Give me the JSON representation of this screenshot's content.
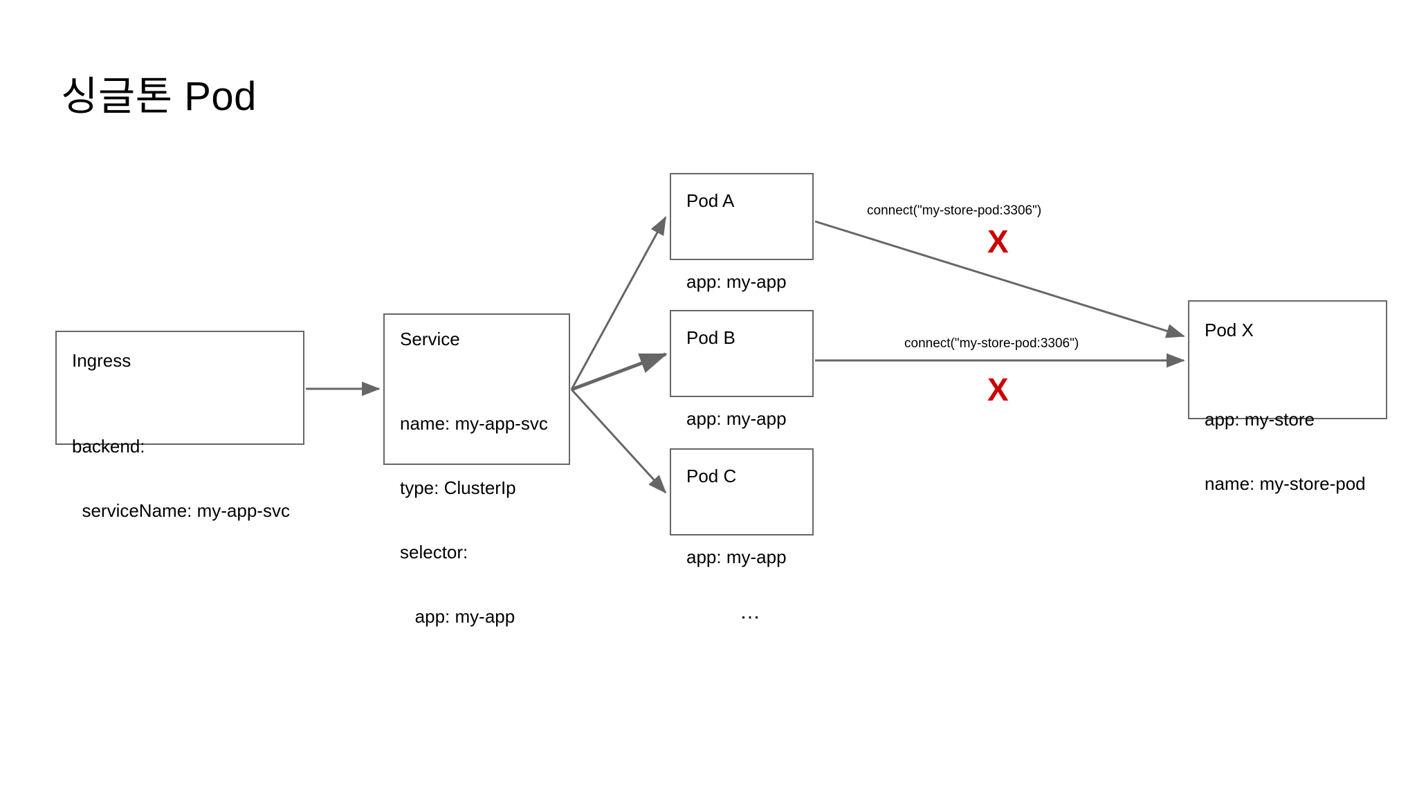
{
  "slide": {
    "title": "싱글톤 Pod",
    "background_color": "#ffffff",
    "line_color": "#666666",
    "accent_color": "#cc0000",
    "ellipsis": "…"
  },
  "nodes": {
    "ingress": {
      "title": "Ingress",
      "lines": [
        "backend:",
        "  serviceName: my-app-svc"
      ]
    },
    "service": {
      "title": "Service",
      "lines": [
        "name: my-app-svc",
        "type: ClusterIp",
        "selector:",
        "   app: my-app"
      ]
    },
    "pod_a": {
      "title": "Pod A",
      "lines": [
        "app: my-app"
      ]
    },
    "pod_b": {
      "title": "Pod B",
      "lines": [
        "app: my-app"
      ]
    },
    "pod_c": {
      "title": "Pod C",
      "lines": [
        "app: my-app"
      ]
    },
    "pod_x": {
      "title": "Pod X",
      "lines": [
        "app: my-store",
        "name: my-store-pod"
      ]
    }
  },
  "edges": {
    "ingress_to_service": {
      "label": ""
    },
    "service_to_pod_a": {
      "label": ""
    },
    "service_to_pod_b": {
      "label": ""
    },
    "service_to_pod_c": {
      "label": ""
    },
    "pod_a_to_pod_x": {
      "label": "connect(\"my-store-pod:3306\")"
    },
    "pod_b_to_pod_x": {
      "label": "connect(\"my-store-pod:3306\")"
    }
  },
  "markers": {
    "x_upper": "X",
    "x_lower": "X"
  }
}
